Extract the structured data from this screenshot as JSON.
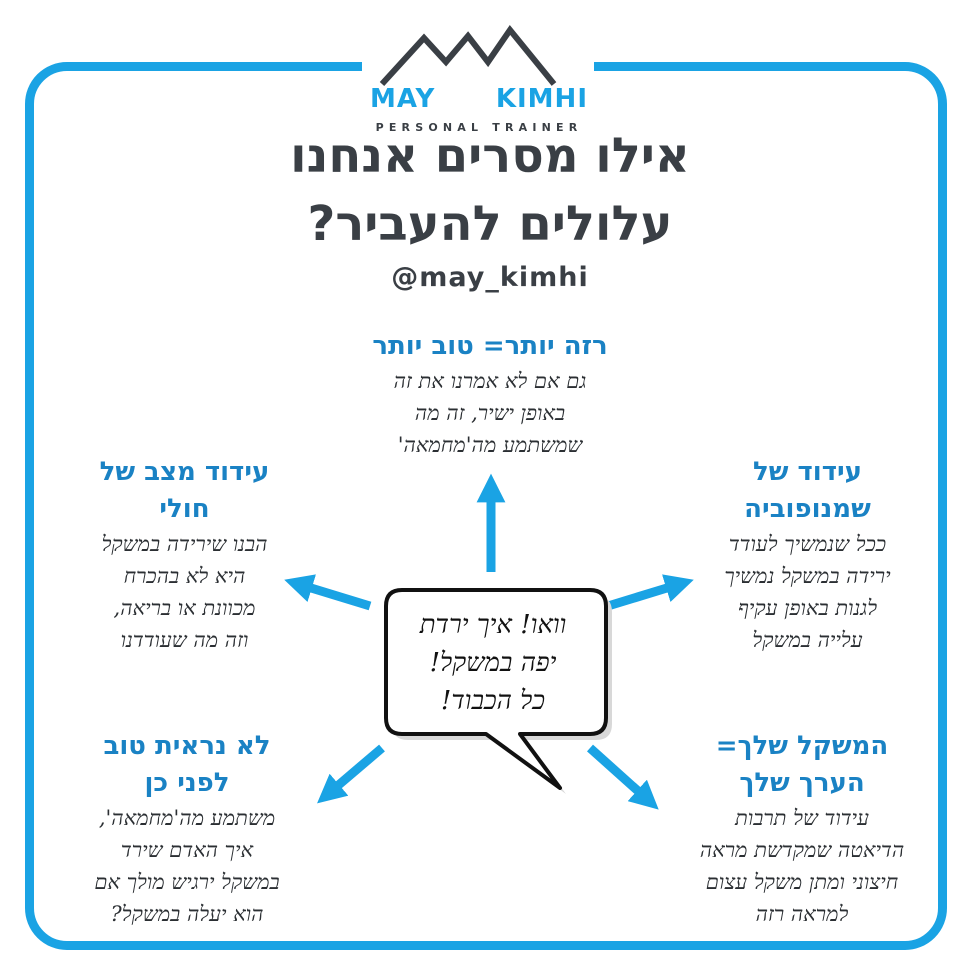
{
  "logo": {
    "word_left": "MAY",
    "word_right": "KIMHI",
    "subtitle": "PERSONAL TRAINER"
  },
  "title": {
    "line1": "אילו מסרים אנחנו",
    "line2": "עלולים להעביר?"
  },
  "handle": "@may_kimhi",
  "center_bubble": {
    "lines": [
      "וואו! איך ירדת",
      "יפה במשקל!",
      "כל הכבוד!"
    ]
  },
  "nodes": {
    "top": {
      "title": "רזה יותר= טוב יותר",
      "body": [
        "גם אם לא אמרנו את זה",
        "באופן ישיר, זה מה",
        "שמשתמע מה'מחמאה'"
      ]
    },
    "left": {
      "title": [
        "עידוד מצב של",
        "חולי"
      ],
      "body": [
        "הבנו שירידה במשקל",
        "היא לא בהכרח",
        "מכוונת או בריאה,",
        "וזה מה שעודדנו"
      ]
    },
    "right": {
      "title": [
        "עידוד של",
        "שמנופוביה"
      ],
      "body": [
        "ככל שנמשיך לעודד",
        "ירידה במשקל נמשיך",
        "לגנות באופן עקיף",
        "עלייה במשקל"
      ]
    },
    "bottom_left": {
      "title": [
        "לא נראית טוב",
        "לפני כן"
      ],
      "body": [
        "משתמע מה'מחמאה',",
        "איך האדם שירד",
        "במשקל ירגיש מולך אם",
        "הוא יעלה במשקל?"
      ]
    },
    "bottom_right": {
      "title": [
        "המשקל שלך=",
        "הערך שלך"
      ],
      "body": [
        "עידוד של תרבות",
        "הדיאטה שמקדשת מראה",
        "חיצוני ומתן משקל עצום",
        "למראה רזה"
      ]
    }
  },
  "colors": {
    "accent": "#1aa3e4",
    "node_title": "#1a82c4",
    "title_text": "#3a3f45"
  }
}
